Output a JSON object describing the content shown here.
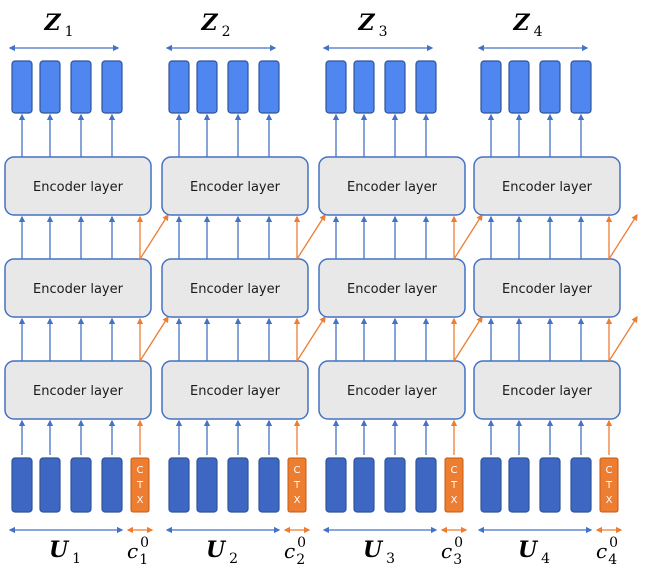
{
  "colors": {
    "output_token": "#4f86f0",
    "output_stroke": "#2f5597",
    "input_token": "#3d67c2",
    "ctx_token": "#ed7d31",
    "layer_fill": "#e8e8e8",
    "layer_stroke": "#4472c4",
    "arrow_blue": "#4472c4",
    "arrow_orange": "#ed7d31"
  },
  "blocks": [
    {
      "z_letter": "Z",
      "z_index": "1",
      "u_letter": "U",
      "u_index": "1",
      "c_letter": "c",
      "c_sub": "1",
      "c_sup": "0",
      "ctx_label": [
        "C",
        "T",
        "X"
      ],
      "layers": [
        "Encoder layer",
        "Encoder layer",
        "Encoder layer"
      ]
    },
    {
      "z_letter": "Z",
      "z_index": "2",
      "u_letter": "U",
      "u_index": "2",
      "c_letter": "c",
      "c_sub": "2",
      "c_sup": "0",
      "ctx_label": [
        "C",
        "T",
        "X"
      ],
      "layers": [
        "Encoder layer",
        "Encoder layer",
        "Encoder layer"
      ]
    },
    {
      "z_letter": "Z",
      "z_index": "3",
      "u_letter": "U",
      "u_index": "3",
      "c_letter": "c",
      "c_sub": "3",
      "c_sup": "0",
      "ctx_label": [
        "C",
        "T",
        "X"
      ],
      "layers": [
        "Encoder layer",
        "Encoder layer",
        "Encoder layer"
      ]
    },
    {
      "z_letter": "Z",
      "z_index": "4",
      "u_letter": "U",
      "u_index": "4",
      "c_letter": "c",
      "c_sub": "4",
      "c_sup": "0",
      "ctx_label": [
        "C",
        "T",
        "X"
      ],
      "layers": [
        "Encoder layer",
        "Encoder layer",
        "Encoder layer"
      ]
    }
  ]
}
